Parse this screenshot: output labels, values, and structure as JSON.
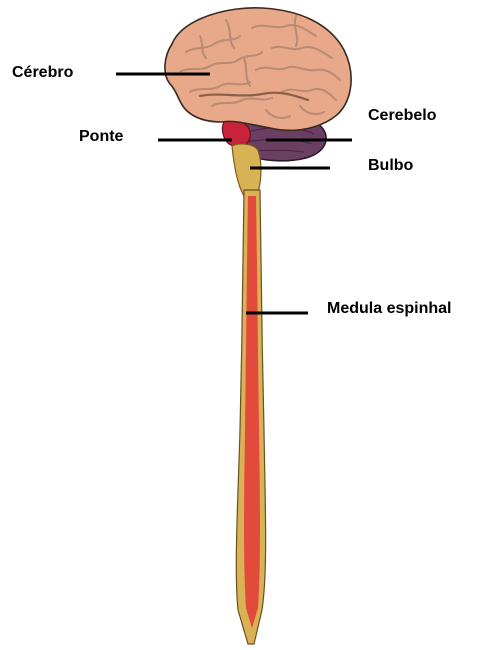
{
  "labels": {
    "cerebro": "Cérebro",
    "ponte": "Ponte",
    "cerebelo": "Cerebelo",
    "bulbo": "Bulbo",
    "medula": "Medula espinhal"
  },
  "colors": {
    "brain_fill": "#e7a98a",
    "brain_fold": "#b98b73",
    "brain_outline": "#3a2a20",
    "cerebellum": "#6b3f63",
    "pons": "#c8233a",
    "medulla": "#d9b256",
    "cord_outer": "#d9b256",
    "cord_inner": "#e24a3c",
    "leader_line": "#000000"
  }
}
